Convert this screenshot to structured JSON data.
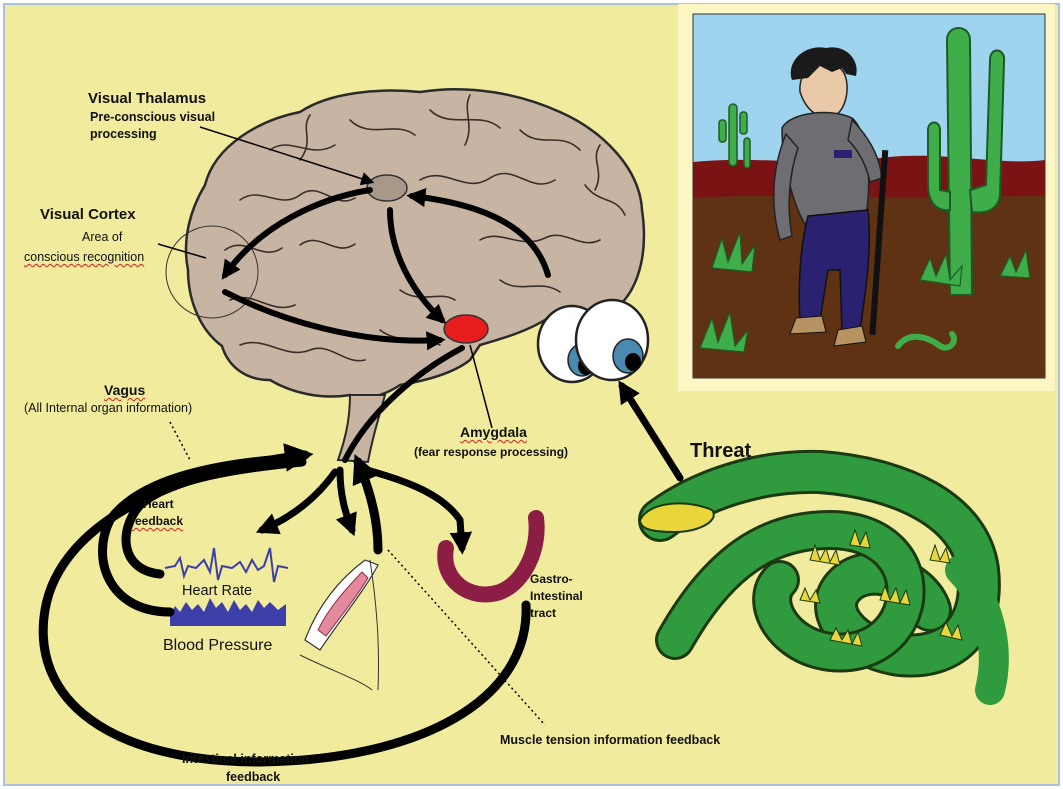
{
  "labels": {
    "visual_thalamus_title": "Visual Thalamus",
    "visual_thalamus_desc_1": "Pre-conscious visual",
    "visual_thalamus_desc_2": "processing",
    "visual_cortex_title": "Visual Cortex",
    "visual_cortex_desc_1": "Area of",
    "visual_cortex_desc_2": "conscious recognition",
    "vagus_title": "Vagus",
    "vagus_desc": "(All Internal organ information)",
    "amygdala_title": "Amygdala",
    "amygdala_desc": "(fear response processing)",
    "threat": "Threat",
    "heart_feedback_1": "Heart",
    "heart_feedback_2": "feedback",
    "heart_rate": "Heart Rate",
    "blood_pressure": "Blood Pressure",
    "gi_1": "Gastro-",
    "gi_2": "Intestinal",
    "gi_3": "tract",
    "muscle_feedback": "Muscle tension information feedback",
    "intestinal_feedback_1": "Intestinal information",
    "intestinal_feedback_2": "feedback"
  },
  "colors": {
    "background": "#f1eb9d",
    "brain": "#c8b4a3",
    "amygdala": "#e81c1c",
    "thalamus": "#a8988a",
    "snake": "#2f9b3e",
    "snake_spots": "#e8d63a",
    "sky": "#9fd4ee",
    "ridge": "#7a1414",
    "ground": "#5e3212",
    "cactus": "#3fae4a",
    "jacket": "#6d6d72",
    "trousers": "#2a2270",
    "gi_tract": "#8c1d44",
    "signal": "#3d3fa8",
    "frame": "#fbf6c4"
  }
}
